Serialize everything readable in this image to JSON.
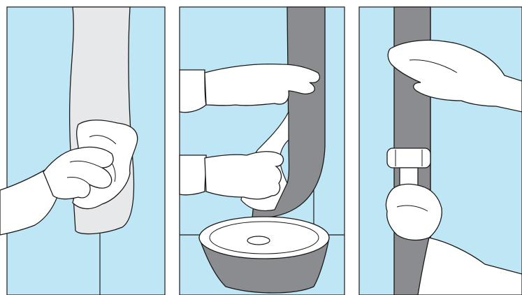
{
  "illustration": {
    "steps": [
      {
        "scene": "wipe-surface-with-cloth"
      },
      {
        "scene": "apply-tape-from-roll"
      },
      {
        "scene": "press-tape-with-roller"
      }
    ]
  },
  "colors": {
    "sky": "#bfe6f5",
    "outline": "#1a1a1a",
    "tape": "#8a8c8f",
    "prep_strip": "#e6e8ea",
    "glove": "#ffffff",
    "border": "#ffffff"
  }
}
